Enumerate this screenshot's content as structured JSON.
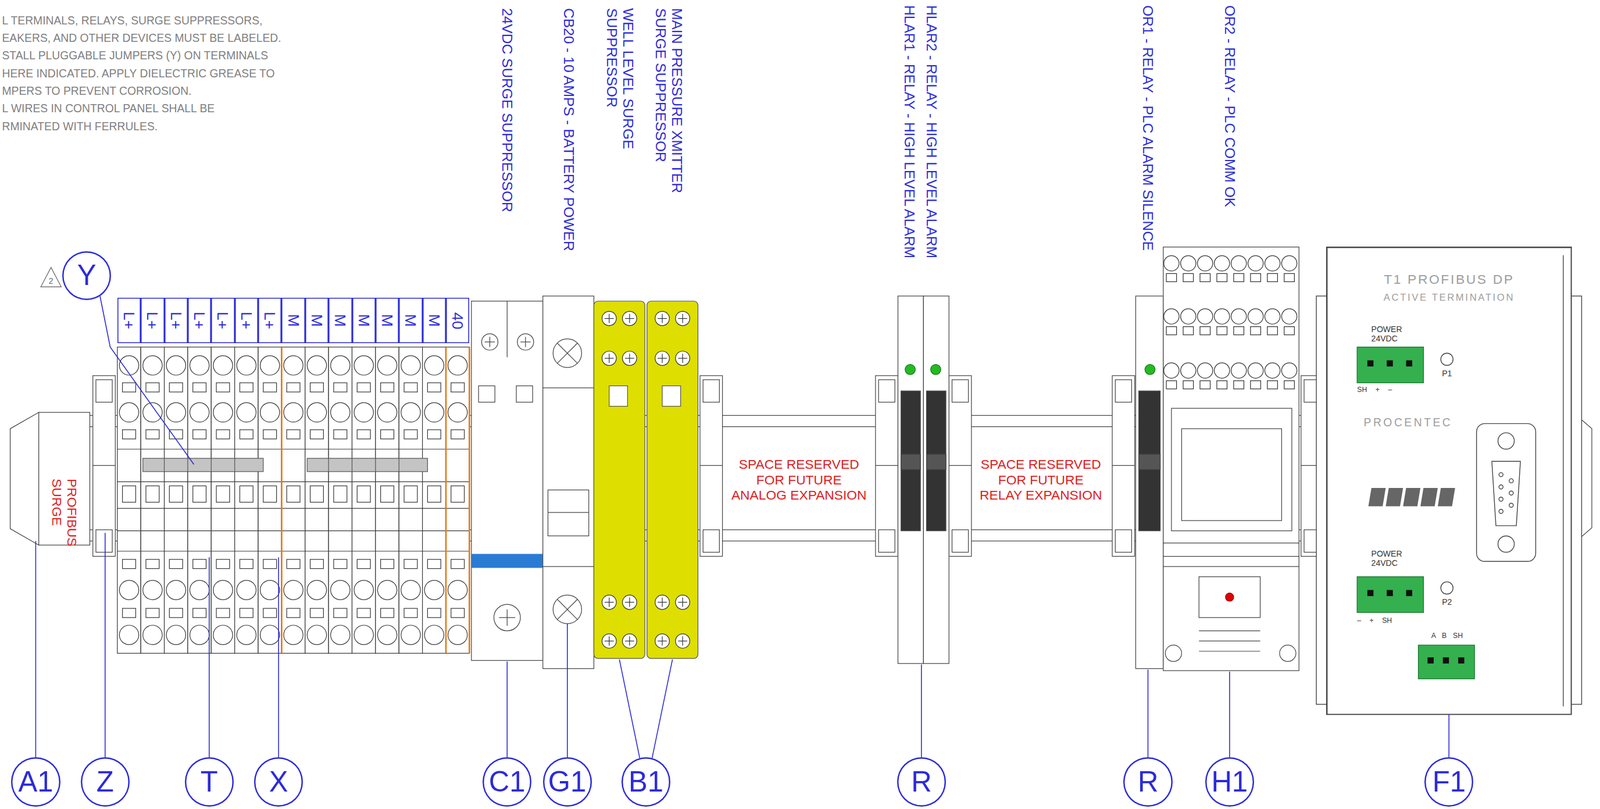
{
  "diagram": {
    "nodes": [
      {
        "text": [
          "Y"
        ]
      },
      {
        "text": [
          "L+"
        ]
      },
      {
        "text": [
          "L+"
        ]
      },
      {
        "text": [
          "L+"
        ]
      },
      {
        "text": [
          "L+"
        ]
      },
      {
        "text": [
          "L+"
        ]
      },
      {
        "text": [
          "L+"
        ]
      },
      {
        "text": [
          "L+"
        ]
      },
      {
        "text": [
          "M"
        ]
      },
      {
        "text": [
          "M"
        ]
      },
      {
        "text": [
          "M"
        ]
      },
      {
        "text": [
          "M"
        ]
      },
      {
        "text": [
          "M"
        ]
      },
      {
        "text": [
          "M"
        ]
      },
      {
        "text": [
          "M"
        ]
      },
      {
        "text": [
          "40"
        ]
      },
      {
        "text": [
          "PROFIBUS SURGE"
        ]
      },
      {
        "text": [
          "T1 PROFIBUS DP",
          "ACTIVE TERMINATION",
          "POWER 24VDC",
          "SH + –",
          "P1",
          "PROCENTEC",
          "POWER 24VDC",
          "– + SH",
          "P2",
          "A B SH"
        ]
      },
      {
        "text": [
          "A1"
        ]
      },
      {
        "text": [
          "Z"
        ]
      },
      {
        "text": [
          "T"
        ]
      },
      {
        "text": [
          "X"
        ]
      },
      {
        "text": [
          "C1"
        ]
      },
      {
        "text": [
          "G1"
        ]
      },
      {
        "text": [
          "B1"
        ]
      },
      {
        "text": [
          "R"
        ]
      },
      {
        "text": [
          "R"
        ]
      },
      {
        "text": [
          "H1"
        ]
      },
      {
        "text": [
          "F1"
        ]
      }
    ],
    "edges": [
      {
        "from": 18,
        "to": 16,
        "arrow": "none"
      },
      {
        "from": 28,
        "to": 17,
        "arrow": "none"
      }
    ],
    "labels": [
      "L TERMINALS, RELAYS, SURGE SUPPRESSORS,",
      "EAKERS, AND OTHER DEVICES MUST BE LABELED.",
      "STALL PLUGGABLE JUMPERS (Y) ON TERMINALS",
      "HERE INDICATED. APPLY DIELECTRIC GREASE TO",
      "MPERS TO PREVENT CORROSION.",
      "L WIRES IN CONTROL PANEL SHALL BE",
      "RMINATED WITH FERRULES.",
      "24VDC SURGE SUPPRESSOR",
      "CB20 - 10 AMPS - BATTERY POWER",
      "WELL LEVEL SURGE SUPPRESSOR",
      "MAIN PRESSURE XMITTER SURGE SUPPRESSOR",
      "HLAR1 - RELAY - HIGH LEVEL ALARM",
      "HLAR2 - RELAY - HIGH LEVEL ALARM",
      "OR1 - RELAY - PLC ALARM SILENCE",
      "OR2 - RELAY - PLC COMM OK",
      "2",
      "SPACE RESERVED FOR FUTURE ANALOG EXPANSION",
      "SPACE RESERVED FOR FUTURE RELAY EXPANSION"
    ]
  }
}
